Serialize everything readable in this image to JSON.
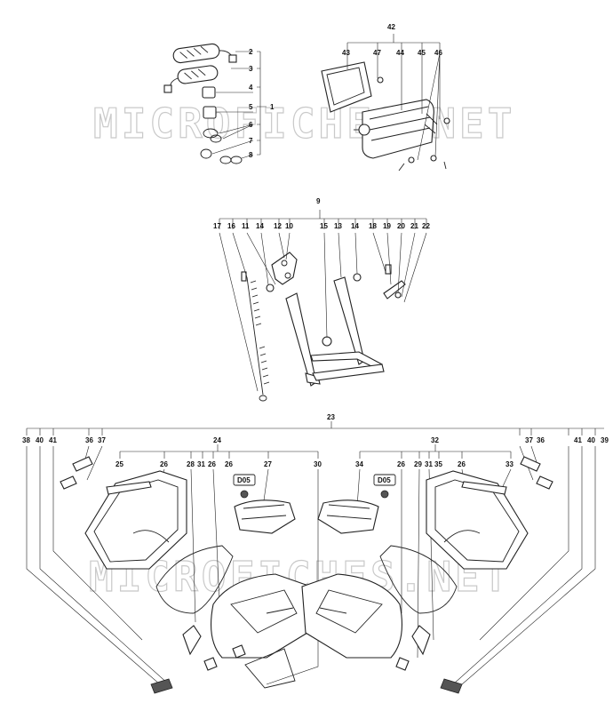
{
  "watermark": "MICROFICHES.NET",
  "top_left": {
    "labels": [
      "2",
      "3",
      "4",
      "5",
      "1",
      "6",
      "7",
      "8"
    ]
  },
  "top_right": {
    "labels": [
      "42",
      "43",
      "47",
      "44",
      "45",
      "46"
    ]
  },
  "middle": {
    "labels": [
      "9",
      "17",
      "16",
      "11",
      "14",
      "12",
      "10",
      "15",
      "13",
      "14",
      "18",
      "19",
      "20",
      "21",
      "22"
    ]
  },
  "bottom": {
    "group_labels": [
      "23",
      "24",
      "32"
    ],
    "left_labels": [
      "38",
      "40",
      "41",
      "36",
      "37",
      "25",
      "26",
      "28",
      "31",
      "26",
      "26",
      "27",
      "30"
    ],
    "right_labels": [
      "34",
      "26",
      "29",
      "31",
      "35",
      "26",
      "33",
      "37",
      "36",
      "41",
      "40",
      "39"
    ],
    "tags": [
      "D05",
      "D05"
    ]
  }
}
